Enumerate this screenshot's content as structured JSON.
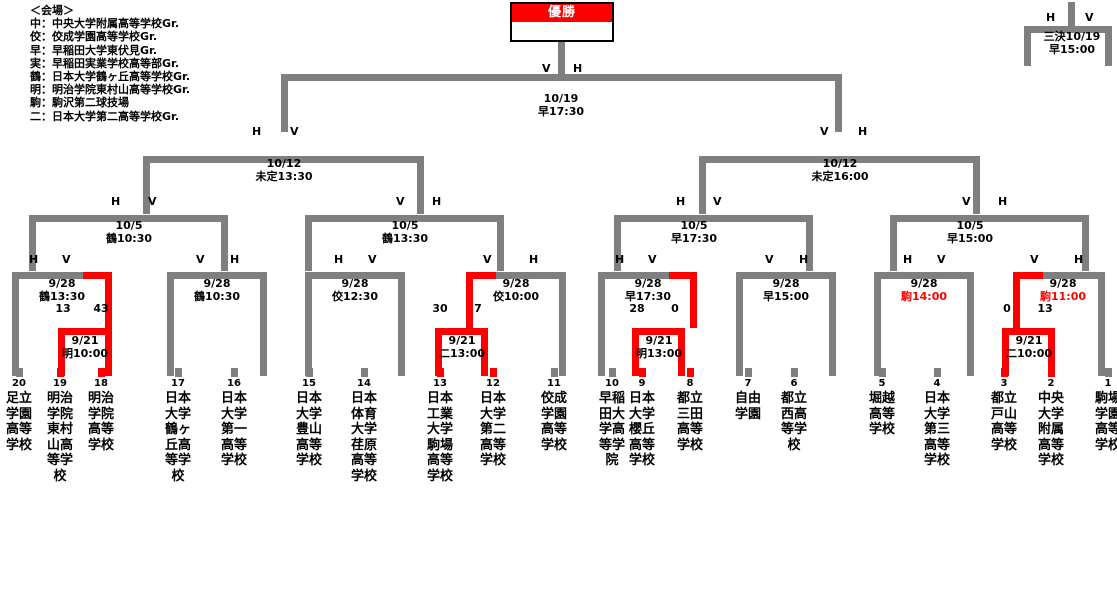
{
  "venue_legend": {
    "title": "＜会場＞",
    "entries": [
      "中：中央大学附属高等学校Gr.",
      "佼：佼成学園高等学校Gr.",
      "早：早稲田大学東伏見Gr.",
      "実：早稲田実業学校高等部Gr.",
      "鶴：日本大学鶴ヶ丘高等学校Gr.",
      "明：明治学院東村山高等学校Gr.",
      "駒：駒沢第二球技場",
      "二：日本大学第二高等学校Gr."
    ]
  },
  "champion": {
    "label": "優勝",
    "winner": ""
  },
  "third_place": {
    "date": "三決10/19",
    "venue_time": "早15:00",
    "left_tag": "H",
    "right_tag": "V"
  },
  "final": {
    "date": "10/19",
    "venue_time": "早17:30",
    "left_tag": "V",
    "right_tag": "H"
  },
  "semifinals": [
    {
      "date": "10/12",
      "venue_time": "未定13:30",
      "left_tag": "H",
      "right_tag": "V"
    },
    {
      "date": "10/12",
      "venue_time": "未定16:00",
      "left_tag": "V",
      "right_tag": "H"
    }
  ],
  "quarterfinals": [
    {
      "date": "10/5",
      "venue_time": "鶴10:30",
      "left_tag": "H",
      "right_tag": "V"
    },
    {
      "date": "10/5",
      "venue_time": "鶴13:30",
      "left_tag": "V",
      "right_tag": "H"
    },
    {
      "date": "10/5",
      "venue_time": "早17:30",
      "left_tag": "H",
      "right_tag": "V"
    },
    {
      "date": "10/5",
      "venue_time": "早15:00",
      "left_tag": "V",
      "right_tag": "H"
    }
  ],
  "round_of_16": [
    {
      "date": "9/28",
      "venue_time": "鶴13:30",
      "venue_red": false,
      "left_tag": "H",
      "right_tag": "V"
    },
    {
      "date": "9/28",
      "venue_time": "鶴10:30",
      "venue_red": false,
      "left_tag": "V",
      "right_tag": "H"
    },
    {
      "date": "9/28",
      "venue_time": "佼12:30",
      "venue_red": false,
      "left_tag": "H",
      "right_tag": "V"
    },
    {
      "date": "9/28",
      "venue_time": "佼10:00",
      "venue_red": false,
      "left_tag": "V",
      "right_tag": "H"
    },
    {
      "date": "9/28",
      "venue_time": "早17:30",
      "venue_red": false,
      "left_tag": "H",
      "right_tag": "V"
    },
    {
      "date": "9/28",
      "venue_time": "早15:00",
      "venue_red": false,
      "left_tag": "V",
      "right_tag": "H"
    },
    {
      "date": "9/28",
      "venue_time": "駒14:00",
      "venue_red": true,
      "left_tag": "H",
      "right_tag": "V"
    },
    {
      "date": "9/28",
      "venue_time": "駒11:00",
      "venue_red": true,
      "left_tag": "V",
      "right_tag": "H"
    }
  ],
  "preliminary": [
    {
      "date": "9/21",
      "venue_time": "明10:00",
      "left_score": "13",
      "right_score": "43",
      "winner": "right"
    },
    {
      "date": "9/21",
      "venue_time": "二13:00",
      "left_score": "30",
      "right_score": "7",
      "winner": "left"
    },
    {
      "date": "9/21",
      "venue_time": "明13:00",
      "left_score": "28",
      "right_score": "0",
      "winner": "left"
    },
    {
      "date": "9/21",
      "venue_time": "二10:00",
      "left_score": "0",
      "right_score": "13",
      "winner": "right"
    }
  ],
  "teams": [
    {
      "seed": "20",
      "name": "足立学園高等学校",
      "advanced": false
    },
    {
      "seed": "19",
      "name": "明治学院東村山高等学校",
      "advanced": true
    },
    {
      "seed": "18",
      "name": "明治学院高等学校",
      "advanced": true
    },
    {
      "seed": "17",
      "name": "日本大学鶴ヶ丘高等学校",
      "advanced": false
    },
    {
      "seed": "16",
      "name": "日本大学第一高等学校",
      "advanced": false
    },
    {
      "seed": "15",
      "name": "日本大学豊山高等学校",
      "advanced": false
    },
    {
      "seed": "14",
      "name": "日本体育大学荏原高等学校",
      "advanced": false
    },
    {
      "seed": "13",
      "name": "日本工業大学駒場高等学校",
      "advanced": true
    },
    {
      "seed": "12",
      "name": "日本大学第二高等学校",
      "advanced": true
    },
    {
      "seed": "11",
      "name": "佼成学園高等学校",
      "advanced": false
    },
    {
      "seed": "10",
      "name": "早稲田大学高等学院",
      "advanced": false
    },
    {
      "seed": "9",
      "name": "日本大学櫻丘高等学校",
      "advanced": true
    },
    {
      "seed": "8",
      "name": "都立三田高等学校",
      "advanced": true
    },
    {
      "seed": "7",
      "name": "自由学園",
      "advanced": false
    },
    {
      "seed": "6",
      "name": "都立西高等学校",
      "advanced": false
    },
    {
      "seed": "5",
      "name": "堀越高等学校",
      "advanced": false
    },
    {
      "seed": "4",
      "name": "日本大学第三高等学校",
      "advanced": false
    },
    {
      "seed": "3",
      "name": "都立戸山高等学校",
      "advanced": true
    },
    {
      "seed": "2",
      "name": "中央大学附属高等学校",
      "advanced": true
    },
    {
      "seed": "1",
      "name": "駒場学園高等学校",
      "advanced": false
    }
  ],
  "colors": {
    "line": "#7f7f7f",
    "win": "#ff0000",
    "text": "#000000",
    "bg": "#ffffff"
  }
}
